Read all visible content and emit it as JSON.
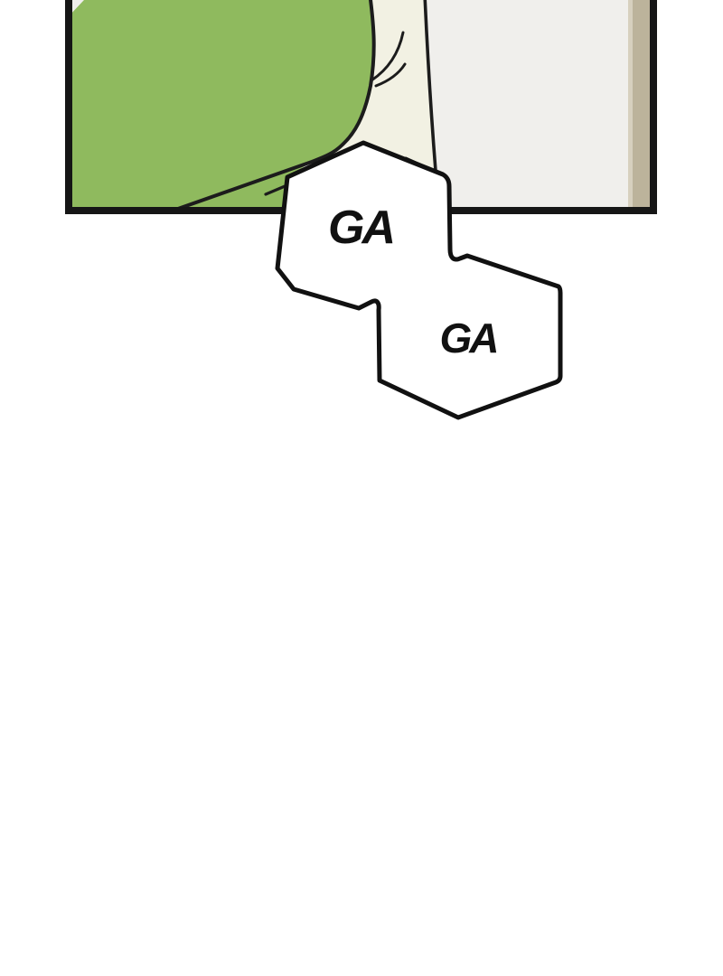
{
  "scene": {
    "type": "webtoon-panel",
    "background_color": "#ffffff"
  },
  "panel": {
    "border_color": "#161616",
    "wall_color": "#f0efec",
    "door_frame_color": "#bcb39b",
    "door_frame_highlight": "#d9d3c2",
    "blanket_color": "#8fba5e",
    "sheet_color": "#f2f1e3",
    "line_color": "#1c1c1c"
  },
  "sfx": {
    "bubble_fill": "#ffffff",
    "bubble_stroke": "#111111",
    "text_color": "#111111",
    "bubbles": [
      {
        "label": "GA"
      },
      {
        "label": "GA"
      }
    ]
  }
}
